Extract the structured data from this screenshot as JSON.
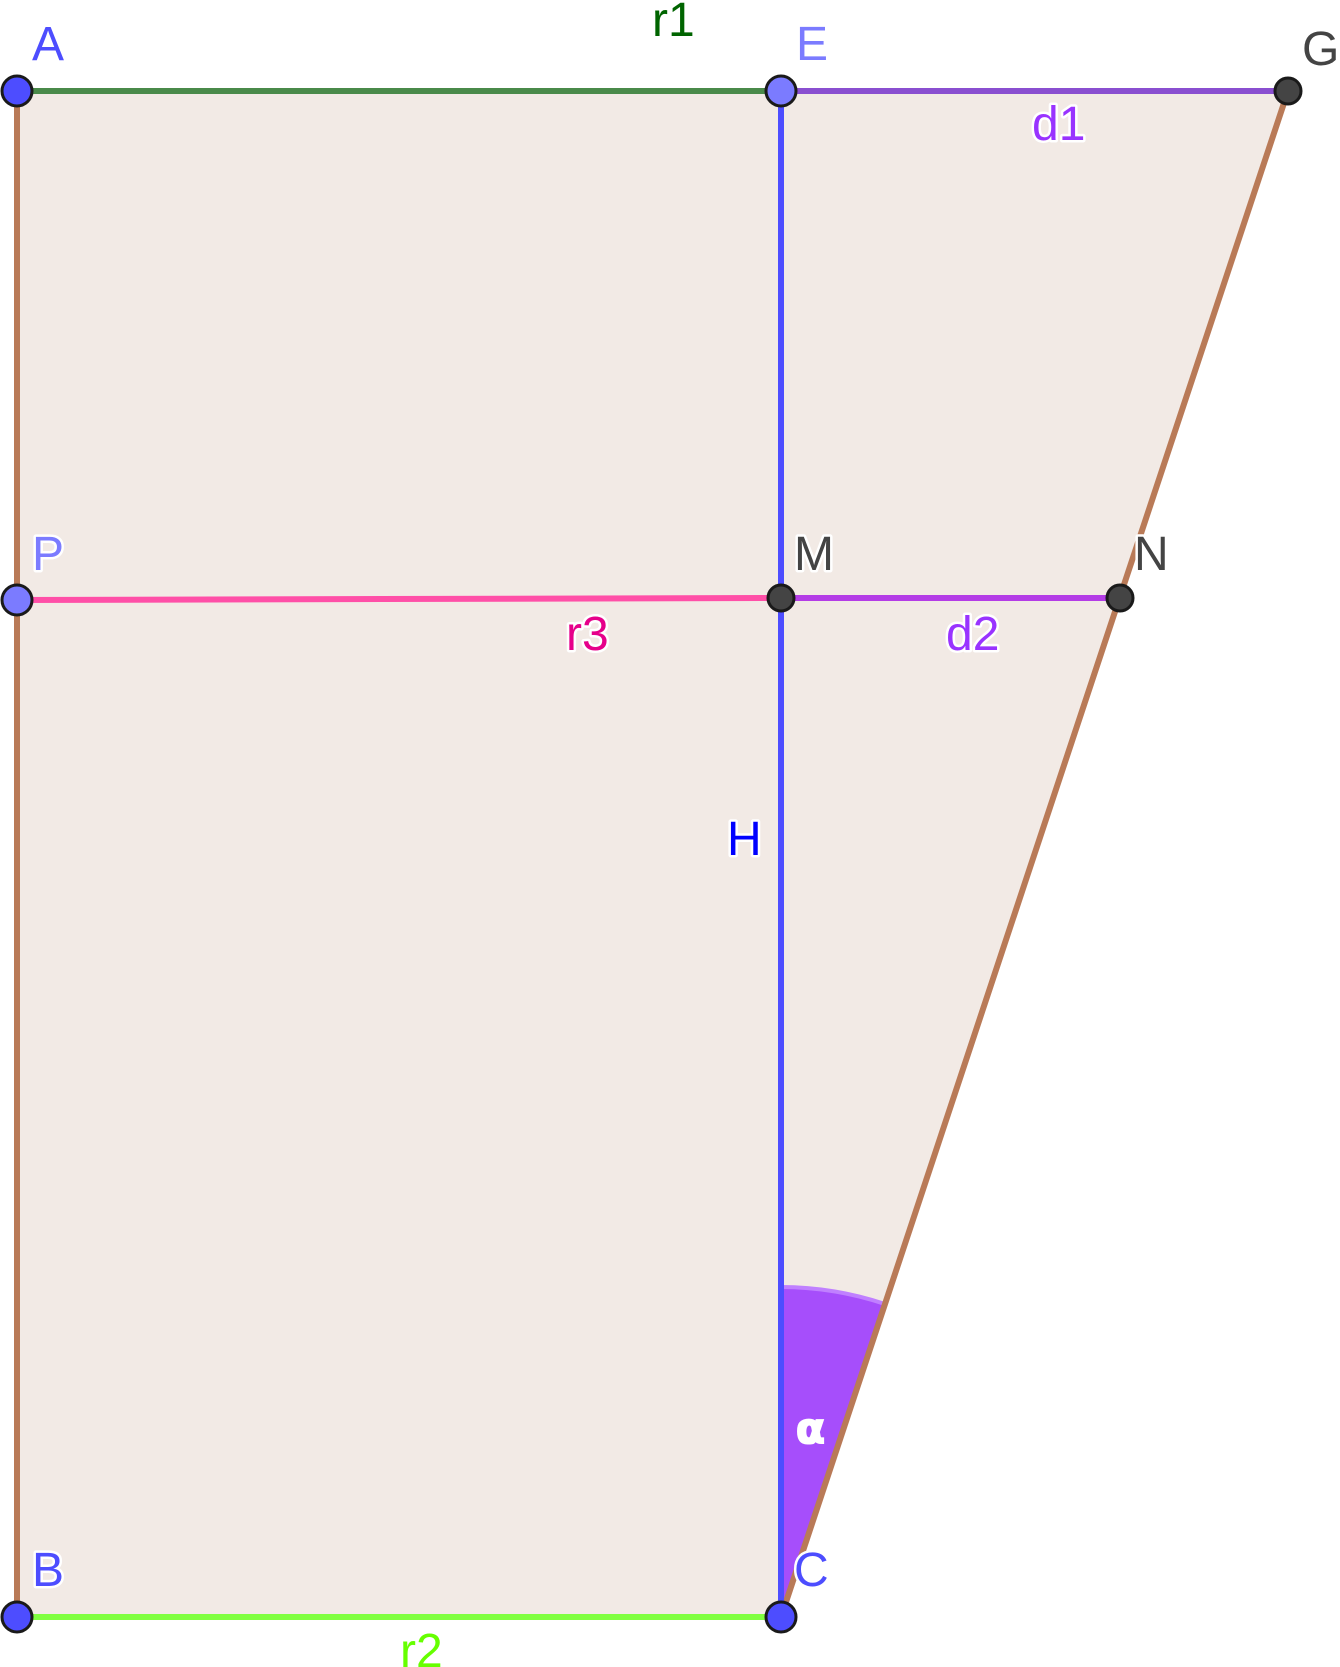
{
  "figure": {
    "fill_color": "#f2eae5",
    "points": {
      "A": {
        "label": "A",
        "color": "#4d4dff"
      },
      "E": {
        "label": "E",
        "color": "#7b7bff"
      },
      "G": {
        "label": "G",
        "color": "#444444"
      },
      "P": {
        "label": "P",
        "color": "#7b7bff"
      },
      "M": {
        "label": "M",
        "color": "#444444"
      },
      "N": {
        "label": "N",
        "color": "#444444"
      },
      "B": {
        "label": "B",
        "color": "#4d4dff"
      },
      "C": {
        "label": "C",
        "color": "#4d4dff"
      }
    },
    "segments": {
      "r1": {
        "label": "r1",
        "color": "#4a8a4a",
        "label_color": "#006400"
      },
      "r2": {
        "label": "r2",
        "color": "#80ff40",
        "label_color": "#66ff00"
      },
      "r3": {
        "label": "r3",
        "color": "#ff4fa7",
        "label_color": "#e6008a"
      },
      "d1": {
        "label": "d1",
        "color": "#8a4fd0",
        "label_color": "#9933ff"
      },
      "d2": {
        "label": "d2",
        "color": "#b43ce6",
        "label_color": "#9933ff"
      },
      "H": {
        "label": "H",
        "color": "#4d4dff",
        "label_color": "#0000ff"
      },
      "side_color": "#b97a57"
    },
    "angle": {
      "label": "α",
      "color": "#9933ff"
    }
  }
}
